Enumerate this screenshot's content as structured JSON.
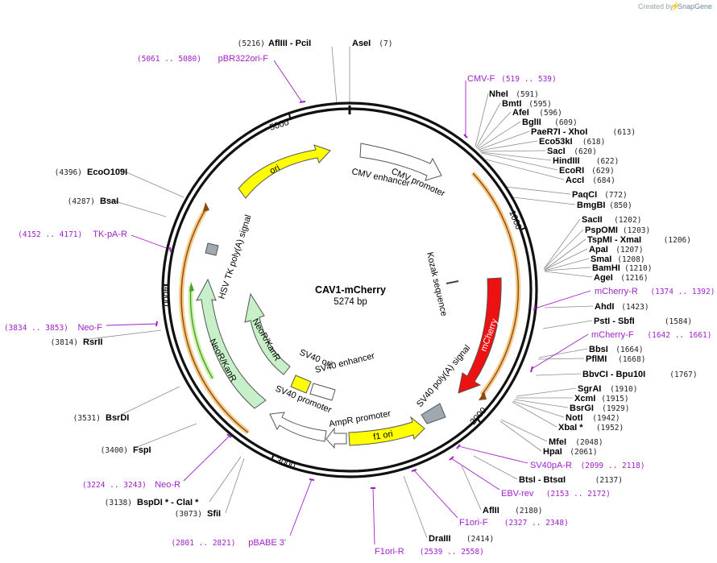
{
  "map": {
    "name": "CAV1-mCherry",
    "length_label": "5274 bp",
    "length": 5274,
    "credit_prefix": "Created by",
    "credit_brand": "SnapGene"
  },
  "ticks": [
    "1000",
    "2000",
    "3000",
    "4000",
    "5000"
  ],
  "colors": {
    "backbone": "#111111",
    "site_line": "#8c8c8c",
    "primer": "#a020c8",
    "cherry": "#ee1111",
    "ori": "#ffff00",
    "neo": "#c8f0c8",
    "promoter": "#ffffff",
    "polyA": "#a0a8b0",
    "highlight": "#f5c070",
    "orf_brown": "#8a4a10",
    "orf_green": "#4aa02c"
  },
  "features": {
    "cmv_enhancer": "CMV enhancer",
    "cmv_promoter": "CMV promoter",
    "kozak": "Kozak sequence",
    "mcherry": "mCherry",
    "sv40_polya": "SV40 poly(A) signal",
    "f1_ori": "f1 ori",
    "ampr_promoter": "AmpR promoter",
    "sv40_promoter": "SV40 promoter",
    "sv40_enhancer": "SV40 enhancer",
    "sv40_ori": "SV40 ori",
    "neokanr_inner": "NeoR/KanR",
    "neokanr_outer": "NeoR/KanR",
    "hsv_tk": "HSV TK poly(A) signal",
    "ori": "ori"
  },
  "sites": [
    {
      "name": "AseI",
      "pos": "(7)"
    },
    {
      "name": "AflIII",
      "extra": "- PciI",
      "pos": "(5216)"
    },
    {
      "name": "NheI",
      "pos": "(591)"
    },
    {
      "name": "BmtI",
      "pos": "(595)"
    },
    {
      "name": "AfeI",
      "pos": "(596)"
    },
    {
      "name": "BglII",
      "pos": "(609)"
    },
    {
      "name": "PaeR7I",
      "extra": "- XhoI",
      "pos": "(613)"
    },
    {
      "name": "Eco53kI",
      "pos": "(618)"
    },
    {
      "name": "SacI",
      "pos": "(620)"
    },
    {
      "name": "HindIII",
      "pos": "(622)"
    },
    {
      "name": "EcoRI",
      "pos": "(629)"
    },
    {
      "name": "AccI",
      "pos": "(684)"
    },
    {
      "name": "PaqCI",
      "pos": "(772)"
    },
    {
      "name": "BmgBI",
      "pos": "(850)"
    },
    {
      "name": "SacII",
      "pos": "(1202)"
    },
    {
      "name": "PspOMI",
      "pos": "(1203)"
    },
    {
      "name": "TspMI",
      "extra": "- XmaI",
      "pos": "(1206)"
    },
    {
      "name": "ApaI",
      "pos": "(1207)"
    },
    {
      "name": "SmaI",
      "pos": "(1208)"
    },
    {
      "name": "BamHI",
      "pos": "(1210)"
    },
    {
      "name": "AgeI",
      "pos": "(1216)"
    },
    {
      "name": "AhdI",
      "pos": "(1423)"
    },
    {
      "name": "PstI",
      "extra": "- SbfI",
      "pos": "(1584)"
    },
    {
      "name": "BbsI",
      "pos": "(1664)"
    },
    {
      "name": "PflMI",
      "pos": "(1668)"
    },
    {
      "name": "BbvCI",
      "extra": "- Bpu10I",
      "pos": "(1767)"
    },
    {
      "name": "SgrAI",
      "pos": "(1910)"
    },
    {
      "name": "XcmI",
      "pos": "(1915)"
    },
    {
      "name": "BsrGI",
      "pos": "(1929)"
    },
    {
      "name": "NotI",
      "pos": "(1942)"
    },
    {
      "name": "XbaI *",
      "pos": "(1952)"
    },
    {
      "name": "MfeI",
      "pos": "(2048)"
    },
    {
      "name": "HpaI",
      "pos": "(2061)"
    },
    {
      "name": "BtsI",
      "extra": "- BtsαI",
      "pos": "(2137)"
    },
    {
      "name": "AflII",
      "pos": "(2180)"
    },
    {
      "name": "DraIII",
      "pos": "(2414)"
    },
    {
      "name": "SfiI",
      "pos": "(3073)"
    },
    {
      "name": "BspDI *",
      "extra": "- ClaI *",
      "pos": "(3138)"
    },
    {
      "name": "FspI",
      "pos": "(3400)"
    },
    {
      "name": "BsrDI",
      "pos": "(3531)"
    },
    {
      "name": "RsrII",
      "pos": "(3814)"
    },
    {
      "name": "BsaI",
      "pos": "(4287)"
    },
    {
      "name": "EcoO109I",
      "pos": "(4396)"
    }
  ],
  "primers": [
    {
      "name": "pBR322ori-F",
      "range": "(5061 .. 5080)"
    },
    {
      "name": "CMV-F",
      "range": "(519 .. 539)"
    },
    {
      "name": "mCherry-R",
      "range": "(1374 .. 1392)"
    },
    {
      "name": "mCherry-F",
      "range": "(1642 .. 1661)"
    },
    {
      "name": "SV40pA-R",
      "range": "(2099 .. 2118)"
    },
    {
      "name": "EBV-rev",
      "range": "(2153 .. 2172)"
    },
    {
      "name": "F1ori-F",
      "range": "(2327 .. 2348)"
    },
    {
      "name": "F1ori-R",
      "range": "(2539 .. 2558)"
    },
    {
      "name": "pBABE 3'",
      "range": "(2801 .. 2821)"
    },
    {
      "name": "Neo-R",
      "range": "(3224 .. 3243)"
    },
    {
      "name": "Neo-F",
      "range": "(3834 .. 3853)"
    },
    {
      "name": "TK-pA-R",
      "range": "(4152 .. 4171)"
    }
  ]
}
